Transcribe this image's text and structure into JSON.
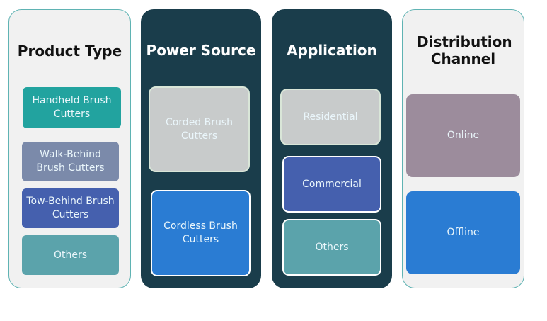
{
  "segments": [
    {
      "title": "Product Type",
      "items": [
        {
          "label": "Handheld Brush Cutters",
          "color": "#22a39f"
        },
        {
          "label": "Walk-Behind Brush Cutters",
          "color": "#7b8aaa"
        },
        {
          "label": "Tow-Behind Brush Cutters",
          "color": "#4560ae"
        },
        {
          "label": "Others",
          "color": "#5ba3ab"
        }
      ]
    },
    {
      "title": "Power Source",
      "items": [
        {
          "label": "Corded Brush Cutters",
          "color": "#c8cbcb"
        },
        {
          "label": "Cordless Brush Cutters",
          "color": "#2a7cd3"
        }
      ]
    },
    {
      "title": "Application",
      "items": [
        {
          "label": "Residential",
          "color": "#c8cbcb"
        },
        {
          "label": "Commercial",
          "color": "#4560ae"
        },
        {
          "label": "Others",
          "color": "#5ba3ab"
        }
      ]
    },
    {
      "title": "Distribution Channel",
      "items": [
        {
          "label": "Online",
          "color": "#9c8c9c"
        },
        {
          "label": "Offline",
          "color": "#2a7cd3"
        }
      ]
    }
  ],
  "colors": {
    "dark_panel": "#1a3d4b",
    "light_panel": "#f1f1f1",
    "light_panel_border": "#5fb3b3"
  }
}
